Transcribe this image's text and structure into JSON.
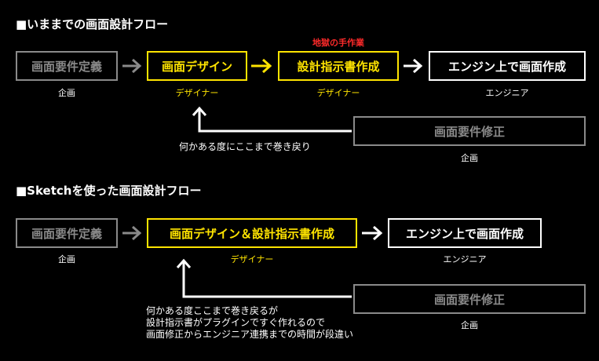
{
  "section1": {
    "title": "■いままでの画面設計フロー",
    "highlight": "地獄の手作業",
    "boxes": [
      {
        "label": "画面要件定義",
        "caption": "企画"
      },
      {
        "label": "画面デザイン",
        "caption": "デザイナー"
      },
      {
        "label": "設計指示書作成",
        "caption": "デザイナー"
      },
      {
        "label": "エンジン上で画面作成",
        "caption": "エンジニア"
      }
    ],
    "feedback_box": {
      "label": "画面要件修正",
      "caption": "企画"
    },
    "feedback_note": "何かある度にここまで巻き戻り"
  },
  "section2": {
    "title": "■Sketchを使った画面設計フロー",
    "boxes": [
      {
        "label": "画面要件定義",
        "caption": "企画"
      },
      {
        "label": "画面デザイン＆設計指示書作成",
        "caption": "デザイナー"
      },
      {
        "label": "エンジン上で画面作成",
        "caption": "エンジニア"
      }
    ],
    "feedback_box": {
      "label": "画面要件修正",
      "caption": "企画"
    },
    "feedback_note": [
      "何かある度ここまで巻き戻るが",
      "設計指示書がプラグインですぐ作れるので",
      "画面修正からエンジニア連携までの時間が段違い"
    ]
  },
  "colors": {
    "gray": "#8a8a8a",
    "yellow": "#ffe400",
    "white": "#ffffff",
    "red": "#ff2a2a"
  }
}
